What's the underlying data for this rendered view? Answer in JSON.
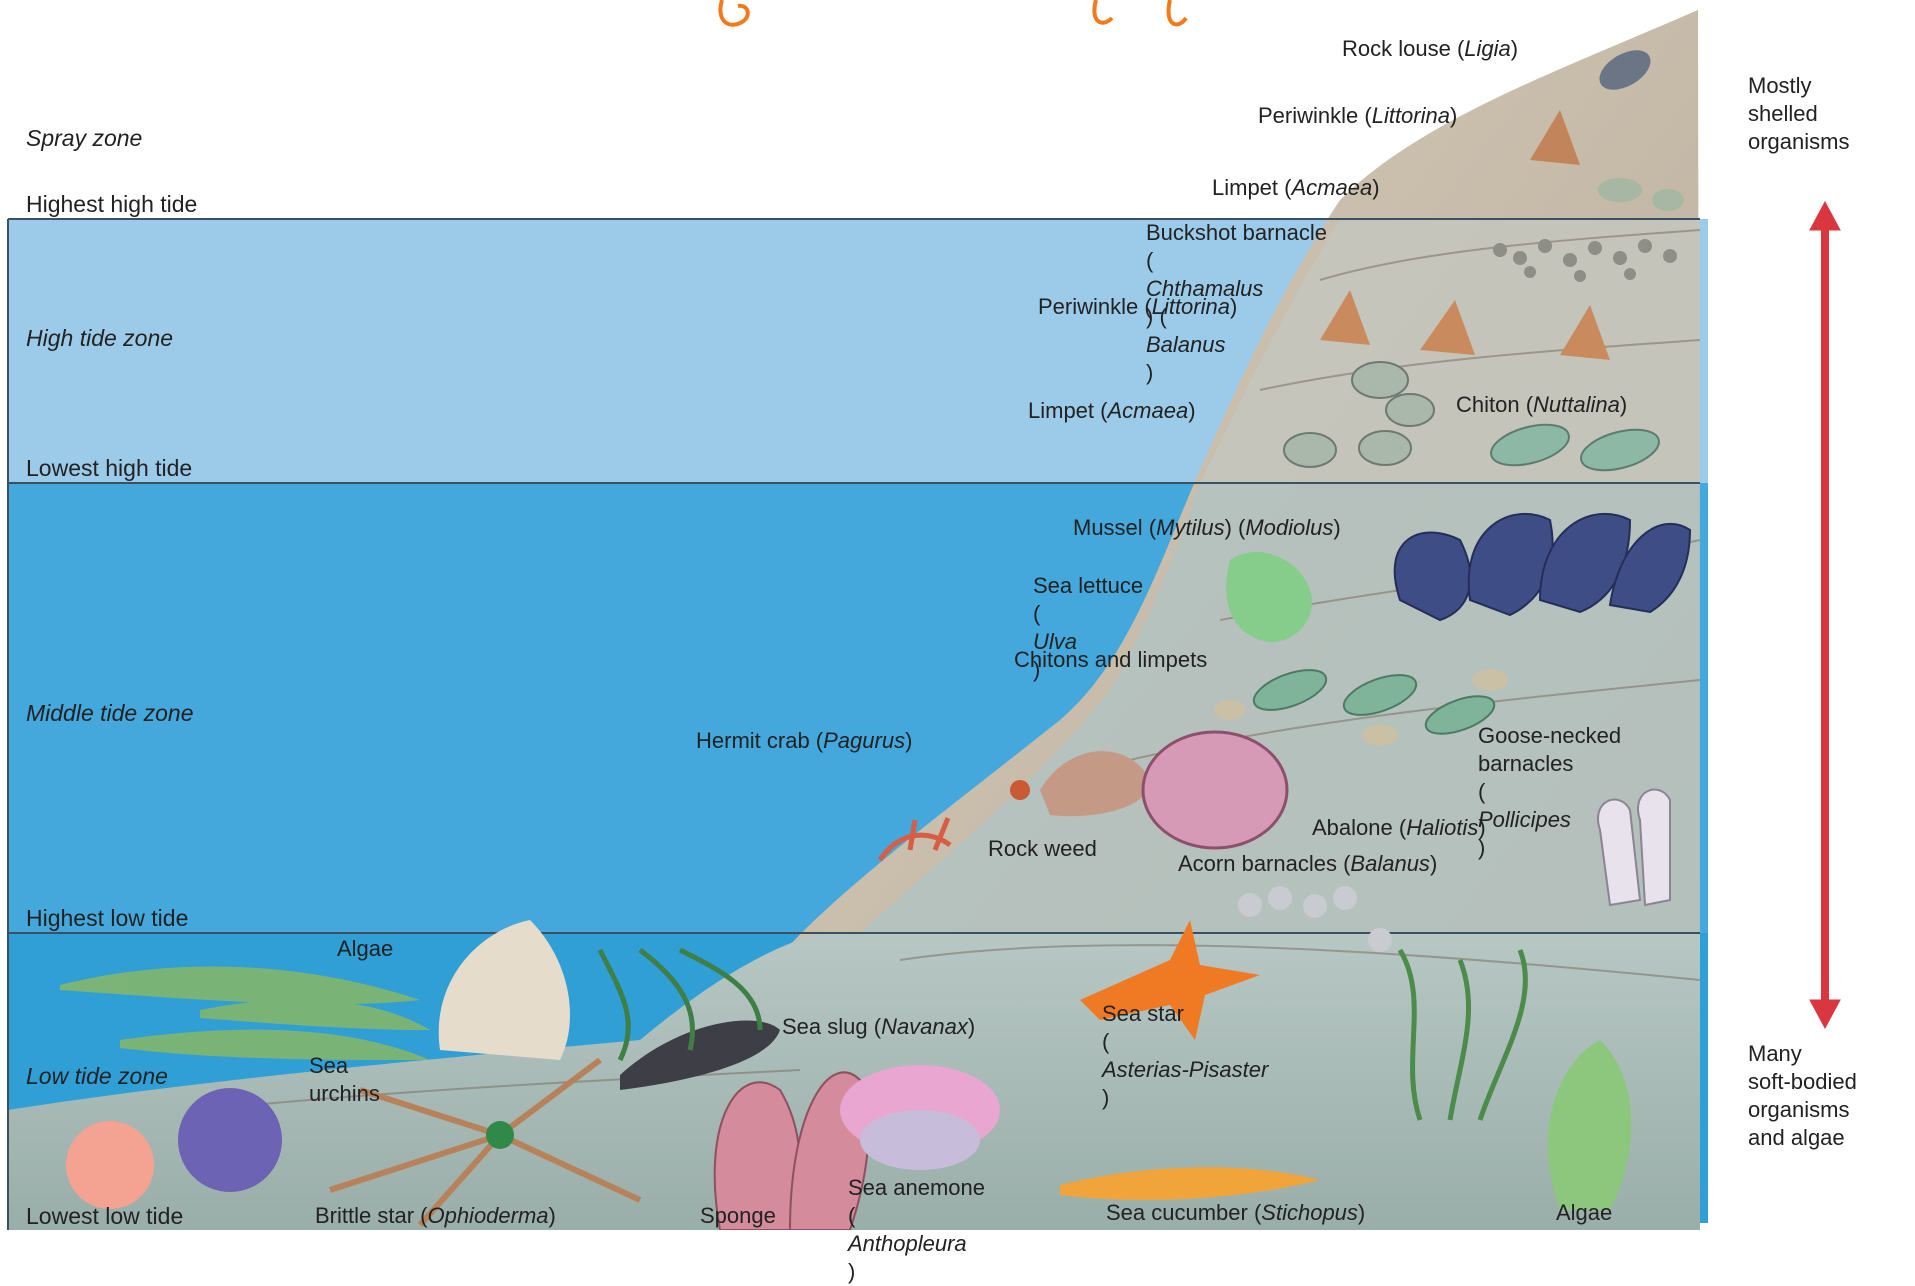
{
  "zones": {
    "spray": "Spray zone",
    "high": "High tide zone",
    "middle": "Middle tide zone",
    "low": "Low tide zone"
  },
  "tide_lines": {
    "highest_high": "Highest high tide",
    "lowest_high": "Lowest high tide",
    "highest_low": "Highest low tide",
    "lowest_low": "Lowest low tide"
  },
  "gradient_arrow": {
    "top_lines": [
      "Mostly",
      "shelled",
      "organisms"
    ],
    "bottom_lines": [
      "Many",
      "soft-bodied",
      "organisms",
      "and algae"
    ]
  },
  "organisms": {
    "rock_louse": {
      "common": "Rock louse (",
      "genus": "Ligia",
      "close": ")"
    },
    "periwinkle_top": {
      "common": "Periwinkle (",
      "genus": "Littorina",
      "close": ")"
    },
    "limpet_top": {
      "common": "Limpet (",
      "genus": "Acmaea",
      "close": ")"
    },
    "buckshot_barnacle": {
      "line1": "Buckshot barnacle",
      "open": "(",
      "genus1": "Chthamalus",
      "mid": ") (",
      "genus2": "Balanus",
      "close": ")"
    },
    "periwinkle_high": {
      "common": "Periwinkle (",
      "genus": "Littorina",
      "close": ")"
    },
    "limpet_high": {
      "common": "Limpet (",
      "genus": "Acmaea",
      "close": ")"
    },
    "chiton": {
      "common": "Chiton (",
      "genus": "Nuttalina",
      "close": ")"
    },
    "mussel": {
      "common": "Mussel (",
      "genus1": "Mytilus",
      "mid": ") (",
      "genus2": "Modiolus",
      "close": ")"
    },
    "sea_lettuce": {
      "line1": "Sea lettuce",
      "open": "(",
      "genus": "Ulva",
      "close": ")"
    },
    "chitons_limpets": "Chitons and limpets",
    "hermit_crab": {
      "common": "Hermit crab (",
      "genus": "Pagurus",
      "close": ")"
    },
    "goose_barnacles": {
      "line1": "Goose-necked",
      "line2": "barnacles",
      "open": "(",
      "genus": "Pollicipes",
      "close": ")"
    },
    "abalone": {
      "common": "Abalone (",
      "genus": "Haliotis",
      "close": ")"
    },
    "rock_weed": "Rock weed",
    "acorn_barnacles": {
      "common": "Acorn  barnacles (",
      "genus": "Balanus",
      "close": ")"
    },
    "algae_low": "Algae",
    "sea_slug": {
      "common": "Sea slug (",
      "genus": "Navanax",
      "close": ")"
    },
    "sea_star": {
      "line1": "Sea star",
      "open": "(",
      "genus": "Asterias-Pisaster",
      "close": ")"
    },
    "sea_urchins": {
      "line1": "Sea",
      "line2": "urchins"
    },
    "brittle_star": {
      "common": "Brittle star (",
      "genus": "Ophioderma",
      "close": ")"
    },
    "sponge": "Sponge",
    "sea_anemone": {
      "line1": "Sea anemone",
      "open": "(",
      "genus": "Anthopleura",
      "close": ")"
    },
    "sea_cucumber": {
      "common": "Sea cucumber (",
      "genus": "Stichopus",
      "close": ")"
    },
    "algae_right": "Algae"
  },
  "colors": {
    "high_water": "#9ccbe9",
    "middle_water": "#44a8dc",
    "low_water": "#2f9fd6",
    "rock": "#c9bfae",
    "rock_submerged": "#a9bcbc",
    "arrow": "#d93640",
    "orange_scribble": "#f27a1a"
  }
}
